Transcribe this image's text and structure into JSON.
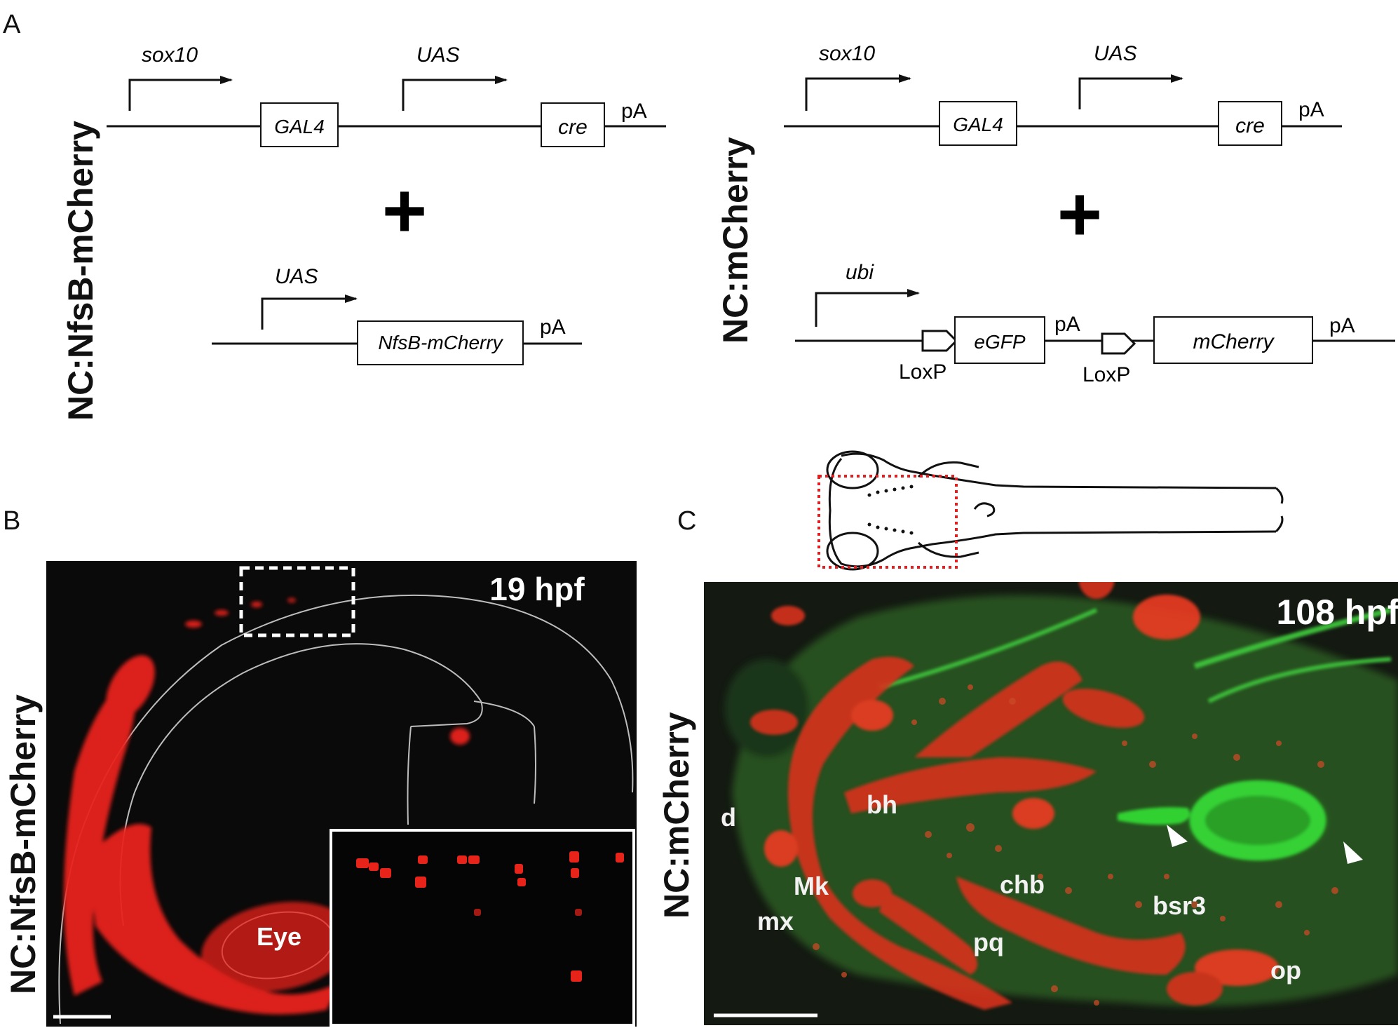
{
  "panels": {
    "a": {
      "letter": "A"
    },
    "b": {
      "letter": "B"
    },
    "c": {
      "letter": "C"
    }
  },
  "construct_left": {
    "side_label": "NC:NfsB-mCherry",
    "promoter1": "sox10",
    "gene1": "GAL4",
    "promoter2": "UAS",
    "gene2": "cre",
    "polyA1": "pA",
    "plus": "+",
    "promoter3": "UAS",
    "gene3": "NfsB-mCherry",
    "polyA2": "pA"
  },
  "construct_right": {
    "side_label": "NC:mCherry",
    "promoter1": "sox10",
    "gene1": "GAL4",
    "promoter2": "UAS",
    "gene2": "cre",
    "polyA1": "pA",
    "plus": "+",
    "promoter3": "ubi",
    "loxp1": "LoxP",
    "gene3": "eGFP",
    "polyA2": "pA",
    "loxp2": "LoxP",
    "gene4": "mCherry",
    "polyA3": "pA"
  },
  "image_b": {
    "side_label": "NC:NfsB-mCherry",
    "stage": "19 hpf",
    "eye_label": "Eye"
  },
  "image_c": {
    "side_label": "NC:mCherry",
    "stage": "108 hpf",
    "labels": {
      "d": "d",
      "bh": "bh",
      "mk": "Mk",
      "mx": "mx",
      "chb": "chb",
      "pq": "pq",
      "bsr3": "bsr3",
      "op": "op"
    }
  },
  "colors": {
    "mcherry": "#e8231a",
    "egfp": "#2fd12f",
    "background_dark": "#0a0a0a",
    "highlight_box": "#e41e1e"
  }
}
